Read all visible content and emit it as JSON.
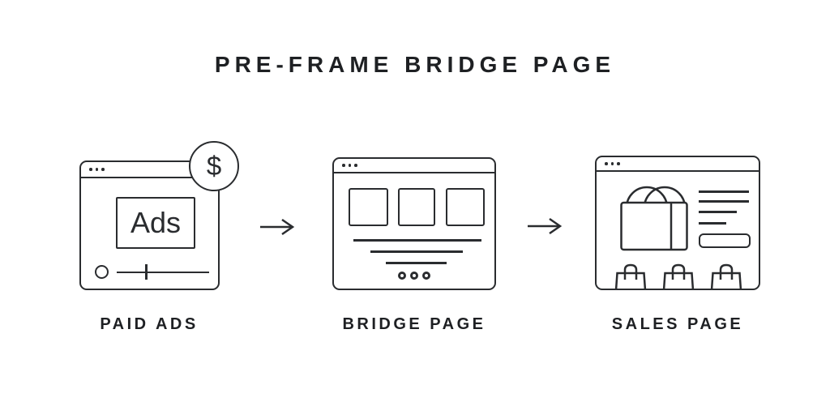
{
  "colors": {
    "ink": "#2a2c2f",
    "title_ink": "#1e2023",
    "background": "#ffffff"
  },
  "header": {
    "title": "PRE-FRAME BRIDGE PAGE"
  },
  "flow": {
    "steps": [
      {
        "label": "PAID ADS",
        "window": {
          "ad_text": "Ads",
          "badge_symbol": "$"
        }
      },
      {
        "label": "BRIDGE PAGE",
        "window": {}
      },
      {
        "label": "SALES PAGE",
        "window": {}
      }
    ]
  }
}
